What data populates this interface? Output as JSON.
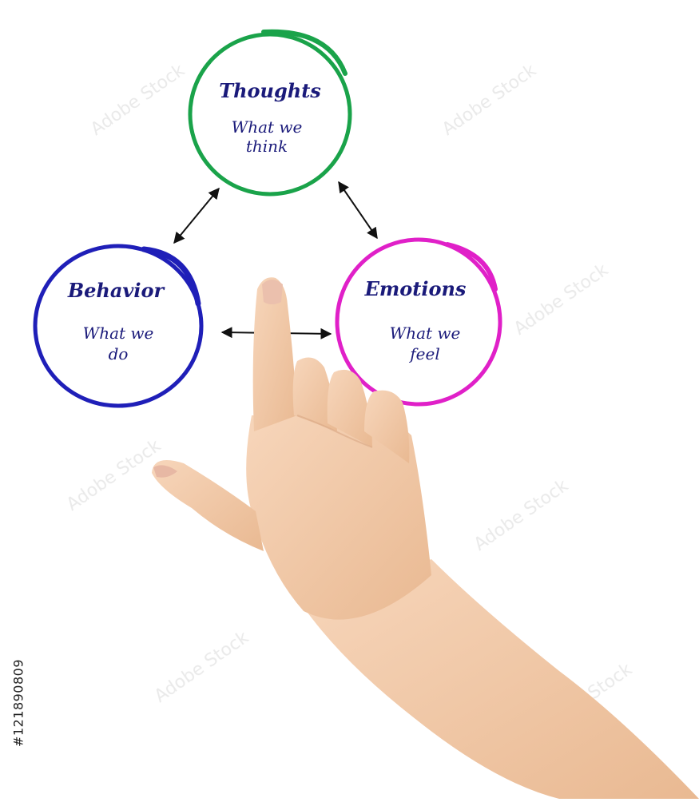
{
  "diagram": {
    "nodes": {
      "thoughts": {
        "title": "Thoughts",
        "line1": "What we",
        "line2": "think",
        "color": "#1aa34a"
      },
      "behavior": {
        "title": "Behavior",
        "line1": "What we",
        "line2": "do",
        "color": "#1f1fb8"
      },
      "emotions": {
        "title": "Emotions",
        "line1": "What we",
        "line2": "feel",
        "color": "#e020c8"
      }
    },
    "edges": [
      {
        "from": "thoughts",
        "to": "behavior",
        "type": "bidirectional"
      },
      {
        "from": "thoughts",
        "to": "emotions",
        "type": "bidirectional"
      },
      {
        "from": "behavior",
        "to": "emotions",
        "type": "bidirectional"
      }
    ],
    "arrow_color": "#111111",
    "text_color": "#1a1a7a"
  },
  "stock": {
    "image_id": "#121890809",
    "watermark": "Adobe Stock"
  },
  "hand": {
    "skin_color": "#f2c9a8"
  }
}
